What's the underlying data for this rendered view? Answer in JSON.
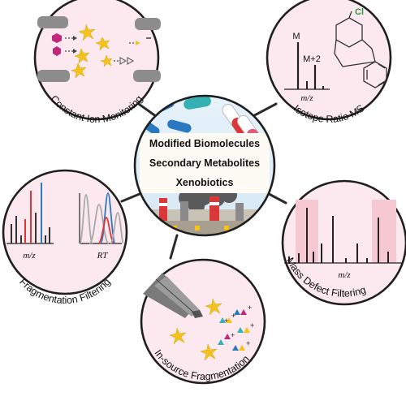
{
  "center": {
    "lines": [
      "Modified Biomolecules",
      "Secondary Metabolites",
      "Xenobiotics"
    ]
  },
  "nodes": {
    "constant_ion": {
      "label": "Constant Ion Monitoring"
    },
    "isotope_ratio": {
      "label": "Isotope Ratio MS",
      "peak_m": "M",
      "peak_m2": "M+2",
      "axis": "m/z",
      "atom": "Cl"
    },
    "mass_defect": {
      "label": "Mass Defect Filtering",
      "axis": "m/z"
    },
    "in_source": {
      "label": "In-source Fragmentation"
    },
    "fragmentation": {
      "label": "Fragmentation Filtering",
      "axis_left": "m/z",
      "axis_right": "RT"
    }
  },
  "colors": {
    "circle_fill": "#fbe9ef",
    "center_fill": "#e3f0f8",
    "blue": "#2a78c0",
    "red": "#d9373a",
    "gold": "#f4c21a",
    "pink_band": "#f6c9d2",
    "magenta": "#c0287b",
    "teal": "#35b0b4"
  }
}
